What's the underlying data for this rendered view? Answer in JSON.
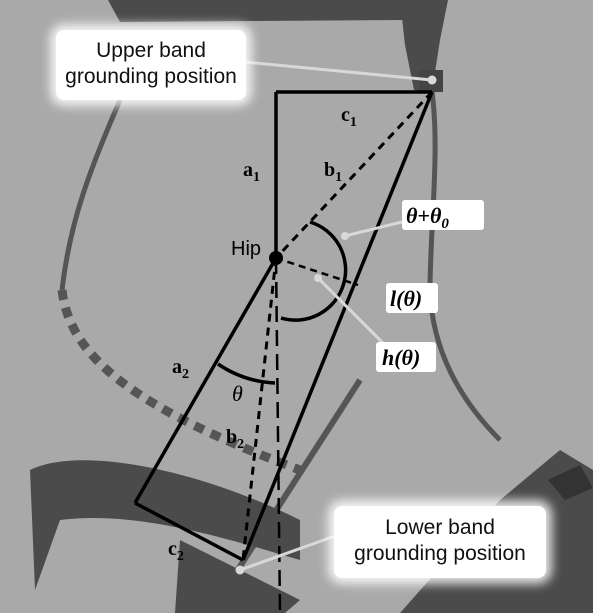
{
  "callouts": {
    "upper": "Upper band\ngrounding position",
    "lower": "Lower band\ngrounding position"
  },
  "labels": {
    "hip": "Hip",
    "a1": "a",
    "a1_sub": "1",
    "b1": "b",
    "b1_sub": "1",
    "c1": "c",
    "c1_sub": "1",
    "a2": "a",
    "a2_sub": "2",
    "b2": "b",
    "b2_sub": "2",
    "c2": "c",
    "c2_sub": "2",
    "theta": "θ",
    "theta_plus_theta0": "θ+θ",
    "theta0_sub": "0",
    "l_theta": "l(θ)",
    "h_theta": "h(θ)"
  },
  "colors": {
    "background": "#a9a9a9",
    "body_outline": "#555555",
    "band_dark": "#4b4b4b",
    "geometry_line": "#000000"
  }
}
